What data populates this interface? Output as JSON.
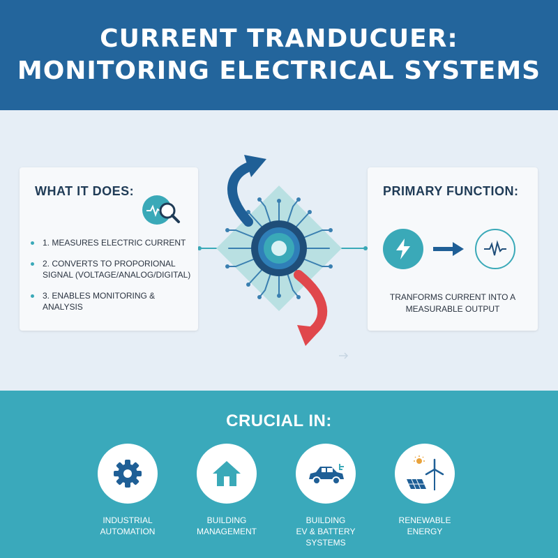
{
  "header": {
    "title_line1": "CURRENT TRANDUCUER:",
    "title_line2": "MONITORING ELECTRICAL SYSTEMS"
  },
  "what_it_does": {
    "title": "WHAT IT DOES:",
    "icon": "waveform-magnifier-icon",
    "items": [
      "1. MEASURES ELECTRIC CURRENT",
      "2. CONVERTS TO PROPORIONAL SIGNAL (VOLTAGE/ANALOG/DIGITAL)",
      "3. ENABLES MONITORING & ANALYSIS"
    ]
  },
  "primary_function": {
    "title": "PRIMARY FUNCTION:",
    "icons": [
      "lightning-icon",
      "arrow-right-icon",
      "waveform-icon"
    ],
    "description": "TRANFORMS CURRENT INTO A MEASURABLE OUTPUT"
  },
  "crucial_in": {
    "title": "CRUCIAL IN:",
    "apps": [
      {
        "icon": "gear-icon",
        "line1": "INDUSTRIAL",
        "line2": "AUTOMATION"
      },
      {
        "icon": "house-icon",
        "line1": "BUILDING",
        "line2": "MANAGEMENT"
      },
      {
        "icon": "ev-car-icon",
        "line1": "BUILDING",
        "line2": "EV & BATTERY SYSTEMS"
      },
      {
        "icon": "solar-wind-icon",
        "line1": "RENEWABLE",
        "line2": "ENERGY"
      }
    ]
  },
  "colors": {
    "header_bg": "#23659c",
    "middle_bg": "#e6eef6",
    "bottom_bg": "#3aa9bb",
    "accent_teal": "#3aa9b8",
    "accent_red": "#e0474c",
    "accent_navy": "#1f4e79"
  }
}
